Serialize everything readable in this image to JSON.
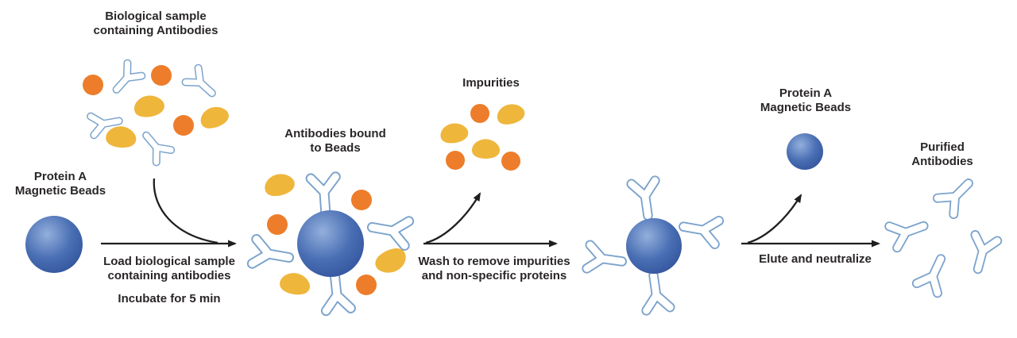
{
  "colors": {
    "text": "#2a2627",
    "arrow": "#1f1f1f",
    "orange": "#ED7D2B",
    "yellow": "#EFB63C",
    "antibody_outline": "#7BA3CC",
    "antibody_fill": "#ffffff",
    "sphere_light": "#93AFDC",
    "sphere_mid": "#4A6FB4",
    "sphere_dark": "#31529B"
  },
  "labels": {
    "biological_sample": "Biological sample\ncontaining Antibodies",
    "protein_a_beads_left": "Protein A\nMagnetic Beads",
    "load_step": "Load biological sample\ncontaining antibodies",
    "incubate": "Incubate for 5 min",
    "antibodies_bound": "Antibodies bound\nto Beads",
    "impurities": "Impurities",
    "wash_step": "Wash to remove impurities\nand non-specific proteins",
    "protein_a_beads_right": "Protein A\nMagnetic Beads",
    "elute_step": "Elute and neutralize",
    "purified": "Purified Antibodies"
  },
  "figure": {
    "type": "process-diagram",
    "sample_cluster": {
      "antibodies": 4,
      "orange_impurities": 3,
      "yellow_impurities": 3
    },
    "bound_bead_cluster": {
      "antibodies_on_bead": 4,
      "orange_impurities": 3,
      "yellow_impurities": 3
    },
    "impurities_cluster": {
      "orange_impurities": 3,
      "yellow_impurities": 3
    },
    "washed_bead_cluster": {
      "antibodies_on_bead": 4
    },
    "purified_cluster": {
      "antibodies": 4
    }
  }
}
